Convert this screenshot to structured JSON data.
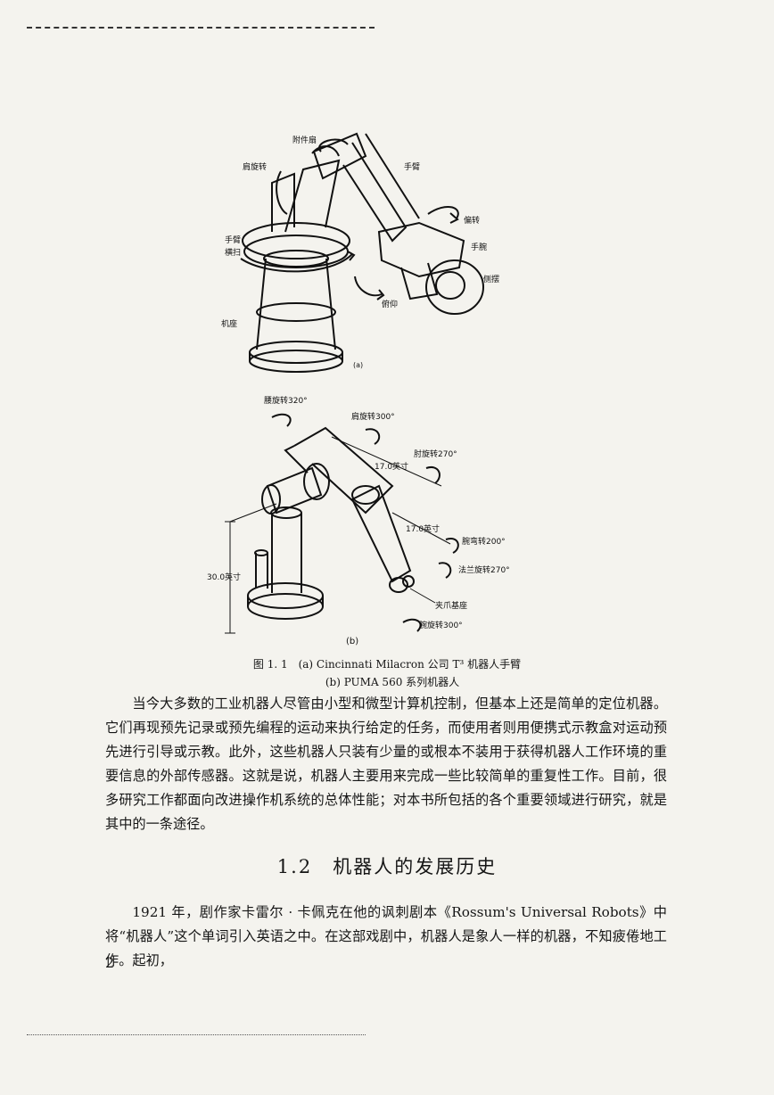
{
  "figure_a": {
    "labels": {
      "wrist_roll": "附件扇",
      "shoulder": "肩旋转",
      "arm": "手臂",
      "yaw": "偏转",
      "arm_sweep_1": "手臂",
      "arm_sweep_2": "横扫",
      "wrist": "手腕",
      "roll": "侧摆",
      "pitch": "俯仰",
      "base": "机座",
      "tag": "(a)"
    }
  },
  "figure_b": {
    "labels": {
      "waist": "腰旋转320°",
      "shoulder": "肩旋转300°",
      "elbow": "肘旋转270°",
      "len1": "17.0英寸",
      "len2": "17.0英寸",
      "wrist_bend": "腕弯转200°",
      "flange": "法兰旋转270°",
      "gripper": "夹爪基座",
      "wrist_rot": "腕旋转300°",
      "height": "30.0英寸",
      "tag": "(b)"
    }
  },
  "caption": {
    "line1": "图 1. 1　(a) Cincinnati Milacron 公司 T³ 机器人手臂",
    "line2": "(b) PUMA 560 系列机器人"
  },
  "paragraph1": "当今大多数的工业机器人尽管由小型和微型计算机控制，但基本上还是简单的定位机器。它们再现预先记录或预先编程的运动来执行给定的任务，而使用者则用便携式示教盒对运动预先进行引导或示教。此外，这些机器人只装有少量的或根本不装用于获得机器人工作环境的重要信息的外部传感器。这就是说，机器人主要用来完成一些比较简单的重复性工作。目前，很多研究工作都面向改进操作机系统的总体性能；对本书所包括的各个重要领域进行研究，就是其中的一条途径。",
  "section_title": "1.2　机器人的发展历史",
  "paragraph2": "1921 年，剧作家卡雷尔 · 卡佩克在他的讽刺剧本《Rossum's Universal Robots》中将“机器人”这个单词引入英语之中。在这部戏剧中，机器人是象人一样的机器，不知疲倦地工作。起初，",
  "page_number": "2"
}
